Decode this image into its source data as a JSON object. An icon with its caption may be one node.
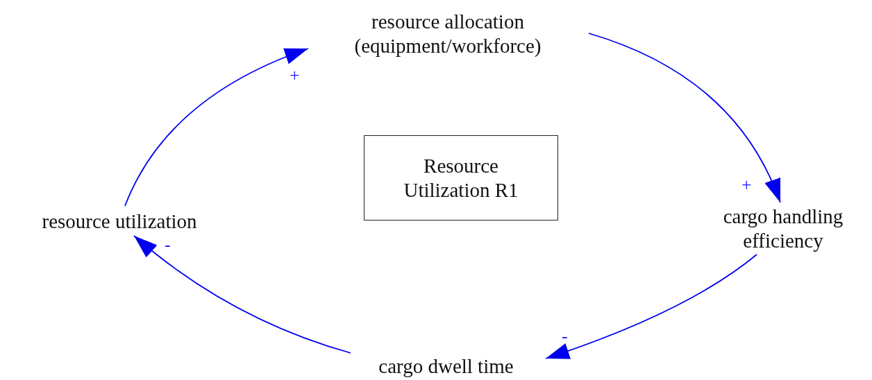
{
  "diagram": {
    "nodes": [
      {
        "text": [
          "resource allocation (equipment/workforce)"
        ]
      },
      {
        "text": [
          "cargo handling efficiency"
        ]
      },
      {
        "text": [
          "cargo dwell time"
        ]
      },
      {
        "text": [
          "resource utilization"
        ]
      },
      {
        "text": [
          "Resource Utilization R1"
        ]
      }
    ],
    "edges": [
      {
        "from": 3,
        "to": 0,
        "arrow": "to",
        "label": "+"
      },
      {
        "from": 0,
        "to": 1,
        "arrow": "to",
        "label": "+"
      },
      {
        "from": 1,
        "to": 2,
        "arrow": "to",
        "label": "-"
      },
      {
        "from": 2,
        "to": 3,
        "arrow": "to",
        "label": "-"
      }
    ]
  }
}
